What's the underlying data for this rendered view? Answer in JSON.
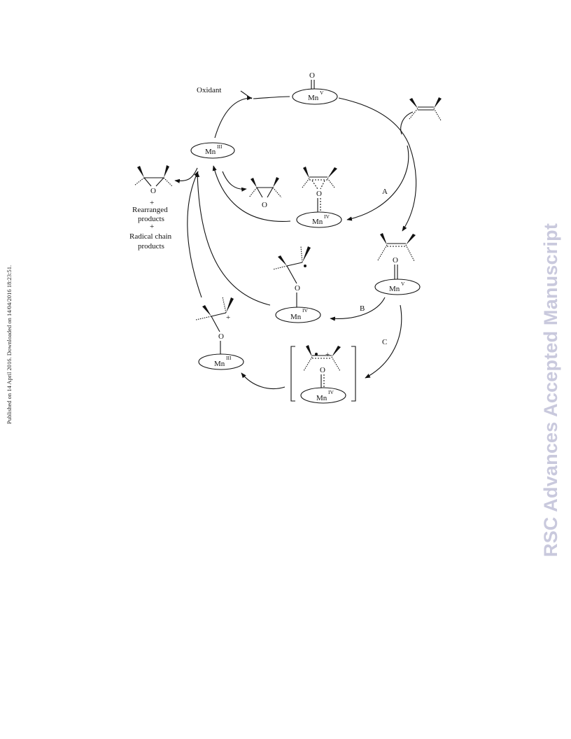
{
  "sidebar": {
    "published": "Published on 14 April 2016. Downloaded on 14/04/2016 18:23:51.",
    "journal": "RSC Advances Accepted Manuscript"
  },
  "diagram": {
    "oxidant": "Oxidant",
    "path_a": "A",
    "path_b": "B",
    "path_c": "C",
    "mn": "Mn",
    "ox3": "III",
    "ox4": "IV",
    "ox5": "V",
    "plus": "+",
    "o": "O",
    "products": [
      "+",
      "Rearranged",
      "products",
      "+",
      "Radical chain",
      "products"
    ]
  }
}
